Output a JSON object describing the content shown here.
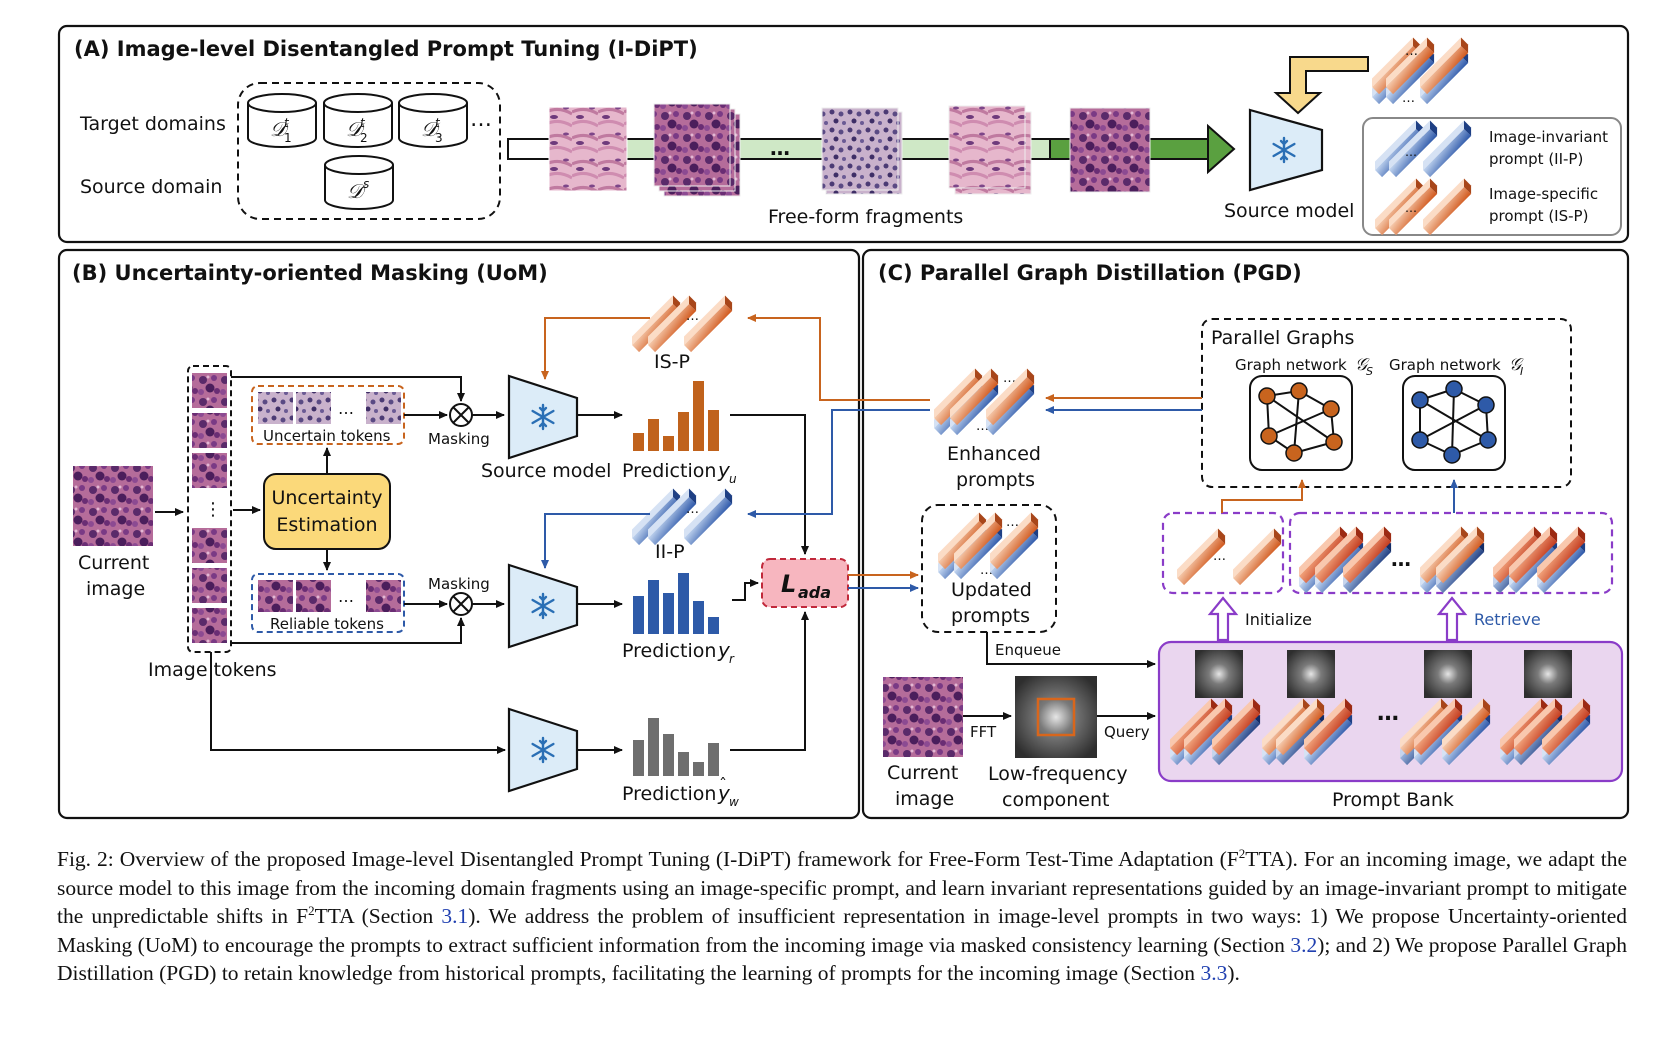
{
  "panels": {
    "a_title": "(A) Image-level Disentangled Prompt Tuning (I-DiPT)",
    "b_title": "(B) Uncertainty-oriented Masking (UoM)",
    "c_title": "(C) Parallel Graph Distillation (PGD)"
  },
  "panel_a": {
    "target_domains": "Target domains",
    "source_domain": "Source domain",
    "dots": "…",
    "fragments_label": "Free-form fragments",
    "source_model": "Source model",
    "legend_iip_1": "Image-invariant",
    "legend_iip_2": "prompt (II-P)",
    "legend_isp_1": "Image-specific",
    "legend_isp_2": "prompt (IS-P)"
  },
  "panel_b": {
    "current_image_1": "Current",
    "current_image_2": "image",
    "image_tokens": "Image tokens",
    "uncertain_tokens": "Uncertain tokens",
    "reliable_tokens": "Reliable tokens",
    "uncertainty_1": "Uncertainty",
    "uncertainty_2": "Estimation",
    "masking": "Masking",
    "source_model": "Source model",
    "isp": "IS-P",
    "iip": "II-P",
    "prediction": "Prediction",
    "loss": "L",
    "loss_sub": "ada"
  },
  "panel_c": {
    "parallel_graphs": "Parallel Graphs",
    "graph_s": "Graph network",
    "graph_i": "Graph network",
    "enhanced_1": "Enhanced",
    "enhanced_2": "prompts",
    "updated_1": "Updated",
    "updated_2": "prompts",
    "initialize": "Initialize",
    "retrieve": "Retrieve",
    "enqueue": "Enqueue",
    "current_image_1": "Current",
    "current_image_2": "image",
    "fft": "FFT",
    "query": "Query",
    "lowfreq_1": "Low-frequency",
    "lowfreq_2": "component",
    "prompt_bank": "Prompt Bank"
  },
  "colors": {
    "orange": "#c8641e",
    "blue": "#2e5aa8",
    "green": "#5aa040",
    "purple": "#8a3cc8",
    "loss_fill": "#f7b6bf",
    "uncertainty_fill": "#fbd97a",
    "model_fill": "#dcecf8"
  },
  "caption": {
    "p1": "Fig. 2: Overview of the proposed Image-level Disentangled Prompt Tuning (I-DiPT) framework for Free-Form Test-Time Adaptation (F",
    "sup1": "2",
    "p2": "TTA). For an incoming image, we adapt the source model to this image from the incoming domain fragments using an image-specific prompt, and learn invariant representations guided by an image-invariant prompt to mitigate the unpredictable shifts in F",
    "sup2": "2",
    "p3": "TTA (Section ",
    "ref1": "3.1",
    "p4": "). We address the problem of insufficient representation in image-level prompts in two ways: 1) We propose Uncertainty-oriented Masking (UoM) to encourage the prompts to extract sufficient information from the incoming image via masked consistency learning (Section ",
    "ref2": "3.2",
    "p5": "); and 2) We propose Parallel Graph Distillation (PGD) to retain knowledge from historical prompts, facilitating the learning of prompts for the incoming image (Section ",
    "ref3": "3.3",
    "p6": ")."
  }
}
